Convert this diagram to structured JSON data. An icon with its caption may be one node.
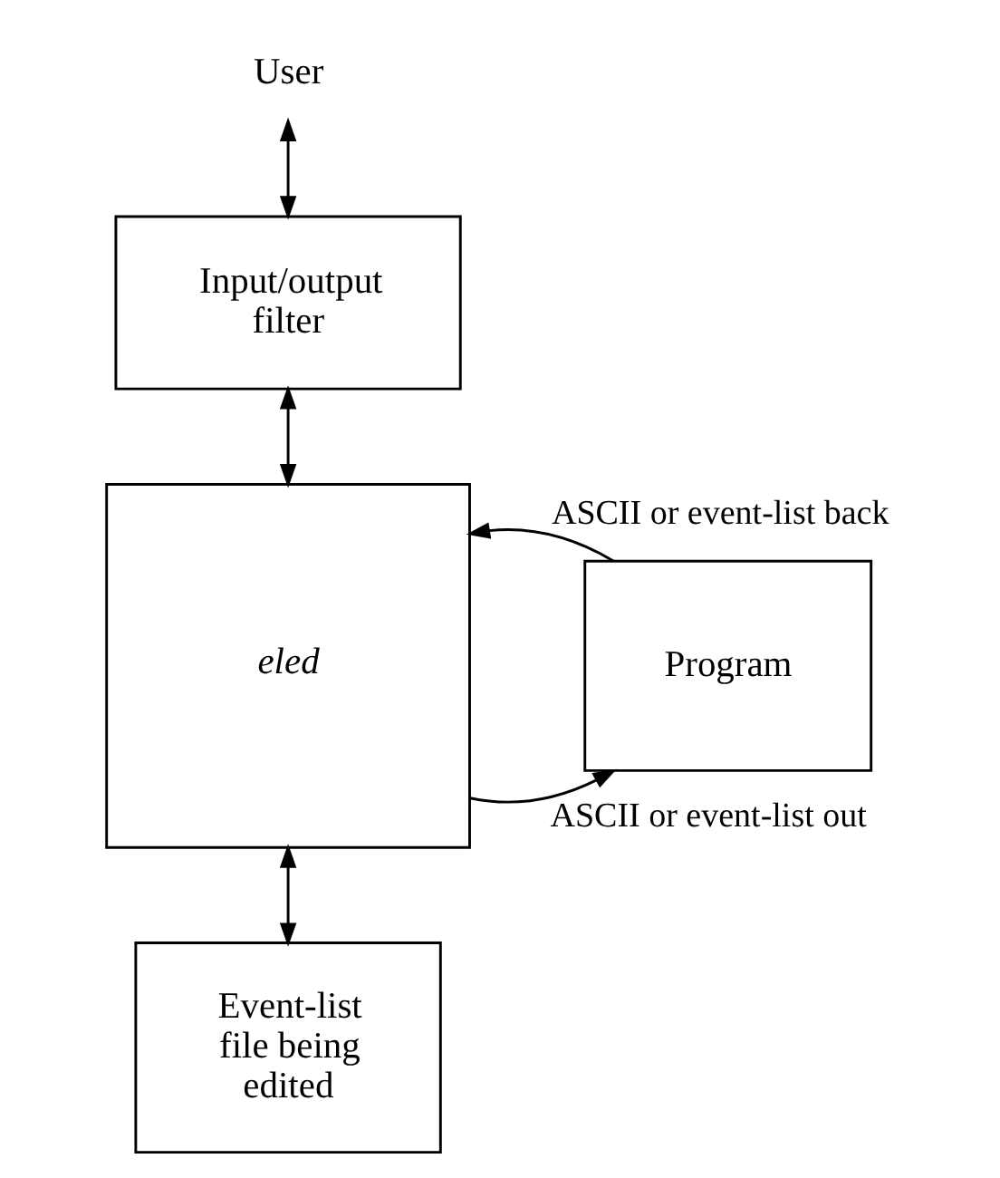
{
  "diagram": {
    "nodes": [
      {
        "text": [
          "User"
        ]
      },
      {
        "text": [
          "Input/output filter"
        ]
      },
      {
        "text": [
          "eled"
        ]
      },
      {
        "text": [
          "Program"
        ]
      },
      {
        "text": [
          "Event-list file being edited"
        ]
      }
    ],
    "edges": [
      {
        "from": 0,
        "to": 1,
        "arrow": "both"
      },
      {
        "from": 1,
        "to": 2,
        "arrow": "both"
      },
      {
        "from": 2,
        "to": 3,
        "arrow": "to",
        "label": "ASCII or event-list out"
      },
      {
        "from": 3,
        "to": 2,
        "arrow": "to",
        "label": "ASCII or event-list back"
      },
      {
        "from": 2,
        "to": 4,
        "arrow": "both"
      }
    ]
  }
}
